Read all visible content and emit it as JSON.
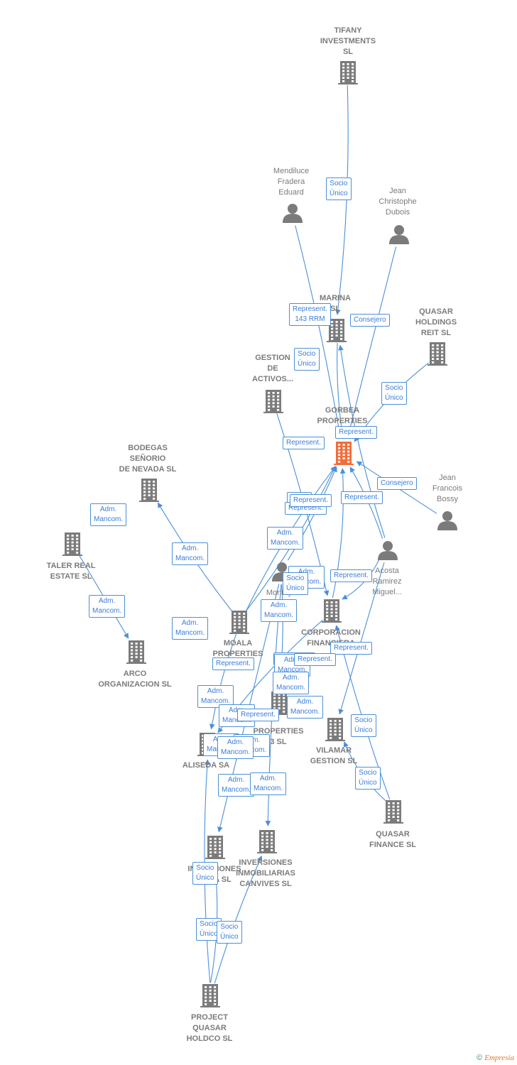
{
  "colors": {
    "edge": "#4a90d9",
    "node": "#7b7b7b",
    "focus": "#f26c3a"
  },
  "nodes": [
    {
      "id": "tifany",
      "kind": "company",
      "label": "TIFANY\nINVESTMENTS\nSL"
    },
    {
      "id": "mendiluce",
      "kind": "person",
      "label": "Mendiluce\nFradera\nEduard"
    },
    {
      "id": "dubois",
      "kind": "person",
      "label": "Jean\nChristophe\nDubois"
    },
    {
      "id": "marina",
      "kind": "company",
      "label": "MARINA\nSL"
    },
    {
      "id": "quasar_holdings",
      "kind": "company",
      "label": "QUASAR\nHOLDINGS\nREIT SL"
    },
    {
      "id": "gestion",
      "kind": "company",
      "label": "GESTION\nDE\nACTIVOS..."
    },
    {
      "id": "gorbea",
      "kind": "focus",
      "label": "GORBEA\nPROPERTIES\n20"
    },
    {
      "id": "bossy",
      "kind": "person",
      "label": "Jean\nFrancois\nBossy"
    },
    {
      "id": "bodegas",
      "kind": "company",
      "label": "BODEGAS\nSEÑORIO\nDE NEVADA SL"
    },
    {
      "id": "taler",
      "kind": "company",
      "label": "TALER REAL\nESTATE SL"
    },
    {
      "id": "arco",
      "kind": "company",
      "label": "ARCO\nORGANIZACION SL"
    },
    {
      "id": "acosta",
      "kind": "person",
      "label": "Acosta\nRamirez\nMiguel..."
    },
    {
      "id": "montoya",
      "kind": "person",
      "label": "Montoya"
    },
    {
      "id": "moala",
      "kind": "company",
      "label": "MOALA\nPROPERTIES"
    },
    {
      "id": "corporacion",
      "kind": "company",
      "label": "CORPORACION\nFINANCIERA"
    },
    {
      "id": "properties3",
      "kind": "company",
      "label": "PROPERTIES\n3 SL"
    },
    {
      "id": "vilamar",
      "kind": "company",
      "label": "VILAMAR\nGESTION SL"
    },
    {
      "id": "aliseda",
      "kind": "company",
      "label": "ALISEDA SA"
    },
    {
      "id": "quasar_finance",
      "kind": "company",
      "label": "QUASAR\nFINANCE SL"
    },
    {
      "id": "inv_ta",
      "kind": "company",
      "label": "INVERSIONES\nTA...A SL"
    },
    {
      "id": "canvives",
      "kind": "company",
      "label": "INVERSIONES\nINMOBILIARIAS\nCANVIVES SL"
    },
    {
      "id": "project",
      "kind": "company",
      "label": "PROJECT\nQUASAR\nHOLDCO SL"
    }
  ],
  "edges": [
    {
      "from": "tifany",
      "to": "marina",
      "label": "Socio\nÚnico"
    },
    {
      "from": "mendiluce",
      "to": "gorbea",
      "label": "Represent.\n143 RRM"
    },
    {
      "from": "dubois",
      "to": "gorbea",
      "label": "Consejero"
    },
    {
      "from": "marina",
      "to": "gorbea",
      "label": "Socio\nÚnico"
    },
    {
      "from": "quasar_holdings",
      "to": "gorbea",
      "label": "Socio\nÚnico"
    },
    {
      "from": "acosta",
      "to": "marina",
      "label": "Represent."
    },
    {
      "from": "gestion",
      "to": "corporacion",
      "label": "Represent."
    },
    {
      "from": "bossy",
      "to": "gorbea",
      "label": "Consejero"
    },
    {
      "from": "acosta",
      "to": "gorbea",
      "label": "Represent."
    },
    {
      "from": "moala",
      "to": "gorbea",
      "label": "Socio"
    },
    {
      "from": "moala",
      "to": "gorbea",
      "label": "Represent."
    },
    {
      "from": "moala",
      "to": "bodegas",
      "label": "Adm.\nMancom."
    },
    {
      "from": "taler",
      "to": "arco",
      "label": "Adm.\nMancom."
    },
    {
      "from": "montoya",
      "to": "gorbea",
      "label": "Adm.\nMancom."
    },
    {
      "from": "corporacion",
      "to": "gorbea",
      "label": "Adm.\nMancom."
    },
    {
      "from": "acosta",
      "to": "corporacion",
      "label": "Represent."
    },
    {
      "from": "montoya",
      "to": "properties3",
      "label": "Adm.\nMancom."
    },
    {
      "from": "acosta",
      "to": "vilamar",
      "label": "Represent."
    },
    {
      "from": "moala",
      "to": "aliseda",
      "label": "Represent."
    },
    {
      "from": "corporacion",
      "to": "aliseda",
      "label": "Represent."
    },
    {
      "from": "quasar_finance",
      "to": "vilamar",
      "label": "Socio\nÚnico"
    },
    {
      "from": "quasar_finance",
      "to": "corporacion",
      "label": "Socio\nÚnico"
    },
    {
      "from": "montoya",
      "to": "inv_ta",
      "label": "Adm.\nMancom."
    },
    {
      "from": "montoya",
      "to": "canvives",
      "label": "Adm.\nMancom."
    },
    {
      "from": "project",
      "to": "inv_ta",
      "label": "Socio\nÚnico"
    },
    {
      "from": "project",
      "to": "aliseda",
      "label": "Socio\nÚnico"
    },
    {
      "from": "project",
      "to": "canvives",
      "label": "Socio\nÚnico"
    }
  ],
  "extra_edge_labels": [
    "Adm.\nMancom.",
    "Adm.\nMancom.",
    "Adm.\nMancom.",
    "Adm.\nMancom.",
    "Adm.\nMancom.",
    "Adm.\nMancom.",
    "Adm.\nMancom.",
    "Adm.\nMancom.",
    "Adm.\nMancom.",
    "Adm.\nMancom.",
    "Represent.",
    "Represent.",
    "Represent.",
    "Socio\nÚnico"
  ],
  "footer": {
    "copyright": "©",
    "brand": "Empresia"
  }
}
